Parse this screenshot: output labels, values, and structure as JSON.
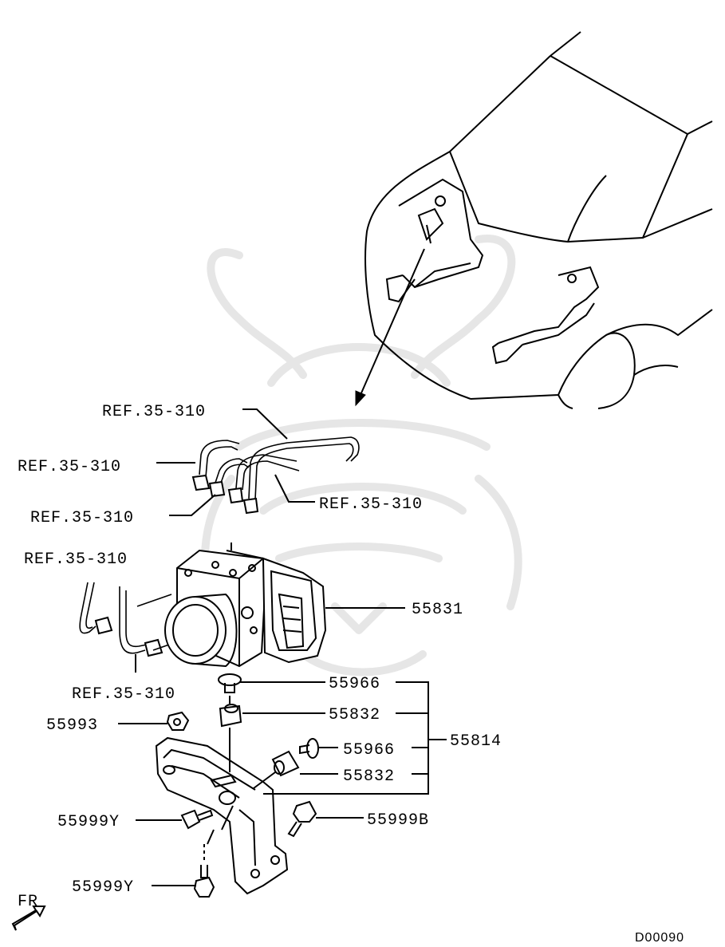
{
  "diagram": {
    "drawing_code": "D00090",
    "direction_label": "FR",
    "labels": {
      "ref_top": "REF.35-310",
      "ref_left_upper": "REF.35-310",
      "ref_left_mid": "REF.35-310",
      "ref_right": "REF.35-310",
      "ref_left_lower": "REF.35-310",
      "ref_bottom": "REF.35-310",
      "p55831": "55831",
      "p55966_a": "55966",
      "p55832_a": "55832",
      "p55993": "55993",
      "p55966_b": "55966",
      "p55814": "55814",
      "p55832_b": "55832",
      "p55999y_a": "55999Y",
      "p55999b": "55999B",
      "p55999y_b": "55999Y"
    }
  }
}
